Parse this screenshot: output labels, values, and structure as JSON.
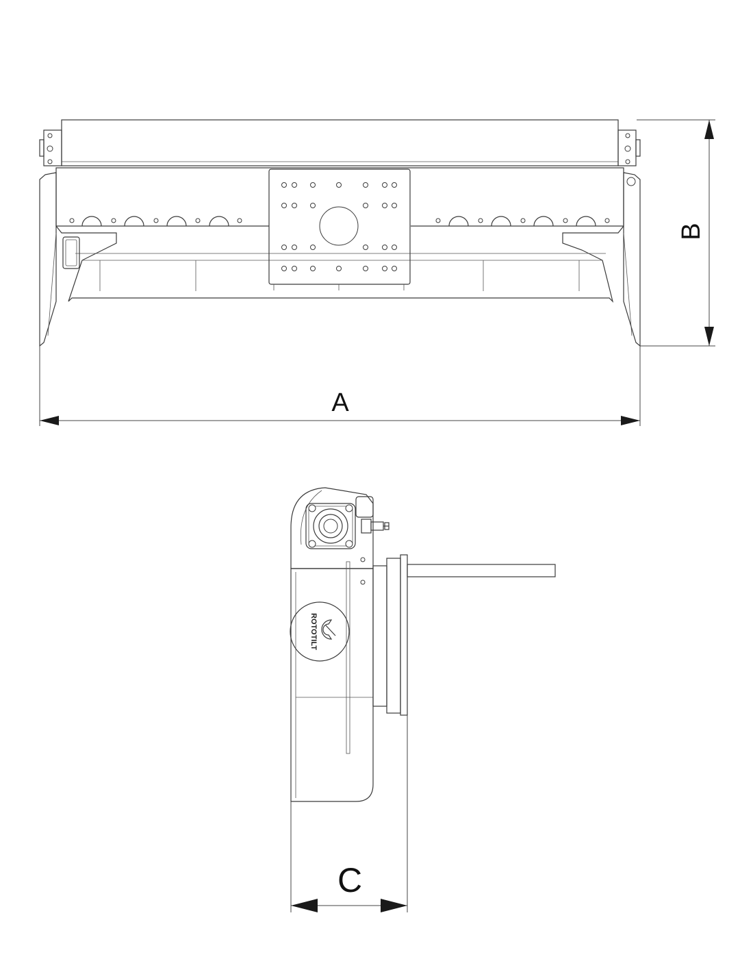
{
  "dimensions": {
    "a_label": "A",
    "b_label": "B",
    "c_label": "C"
  },
  "logo": {
    "brand_text": "ROTOTILT"
  }
}
